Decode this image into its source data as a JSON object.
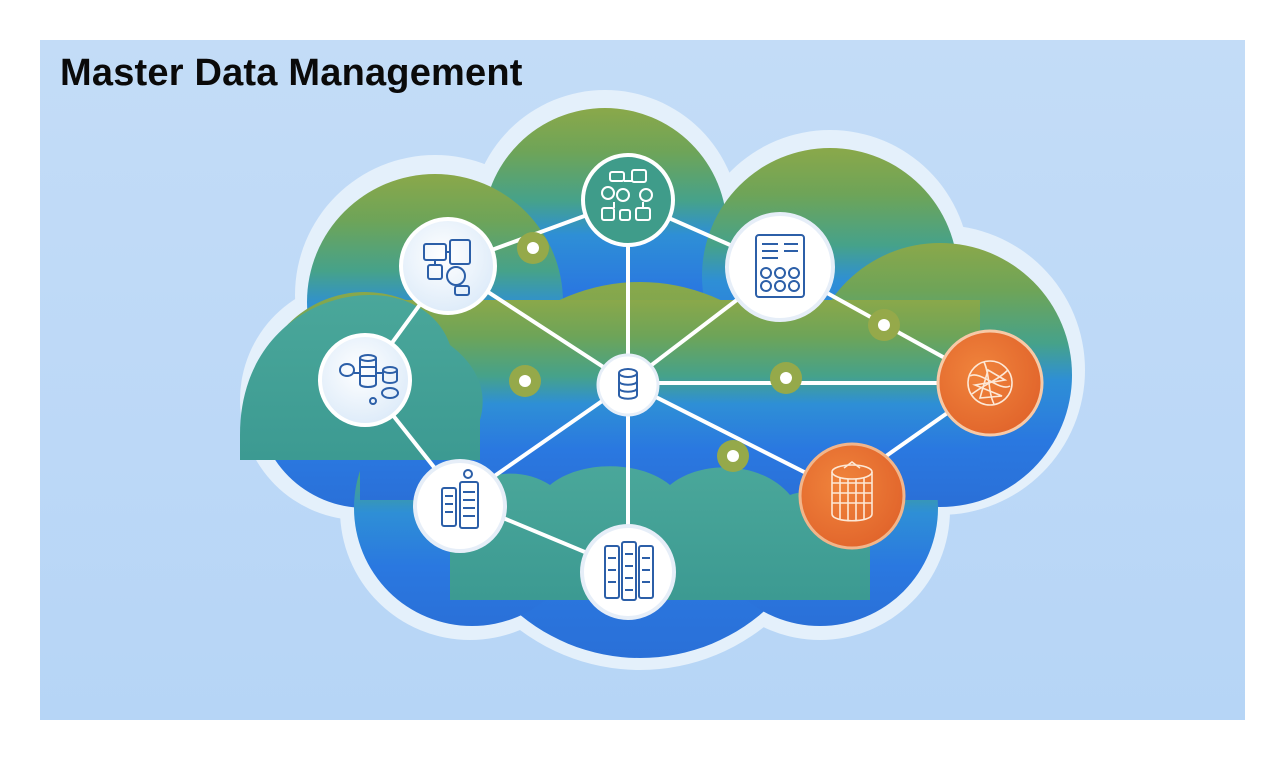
{
  "title": "Master Data Management",
  "colors": {
    "background": "#bcd8f7",
    "cloud_green_top": "#6ea458",
    "cloud_teal": "#3f9c8a",
    "cloud_blue": "#2f7fe0",
    "link_line": "#ffffff",
    "node_white": "#ffffff",
    "node_icon_blue": "#2c5fa8",
    "node_orange": "#ea6f2e",
    "connector_dot": "#95a94a"
  },
  "diagram": {
    "hub": {
      "icon": "database-icon"
    },
    "nodes": [
      {
        "id": "top-node",
        "icon": "data-network-icon",
        "style": "teal-outline"
      },
      {
        "id": "upper-left-node",
        "icon": "data-integration-icon",
        "style": "white-blue"
      },
      {
        "id": "left-node",
        "icon": "data-storage-icon",
        "style": "white-blue"
      },
      {
        "id": "lower-left-node",
        "icon": "data-catalog-icon",
        "style": "white"
      },
      {
        "id": "bottom-node",
        "icon": "data-records-icon",
        "style": "white"
      },
      {
        "id": "upper-right-node",
        "icon": "dashboard-report-icon",
        "style": "white"
      },
      {
        "id": "right-node",
        "icon": "global-network-icon",
        "style": "orange"
      },
      {
        "id": "lower-right-node",
        "icon": "data-warehouse-icon",
        "style": "orange"
      }
    ],
    "connector_dot_count": 5
  }
}
